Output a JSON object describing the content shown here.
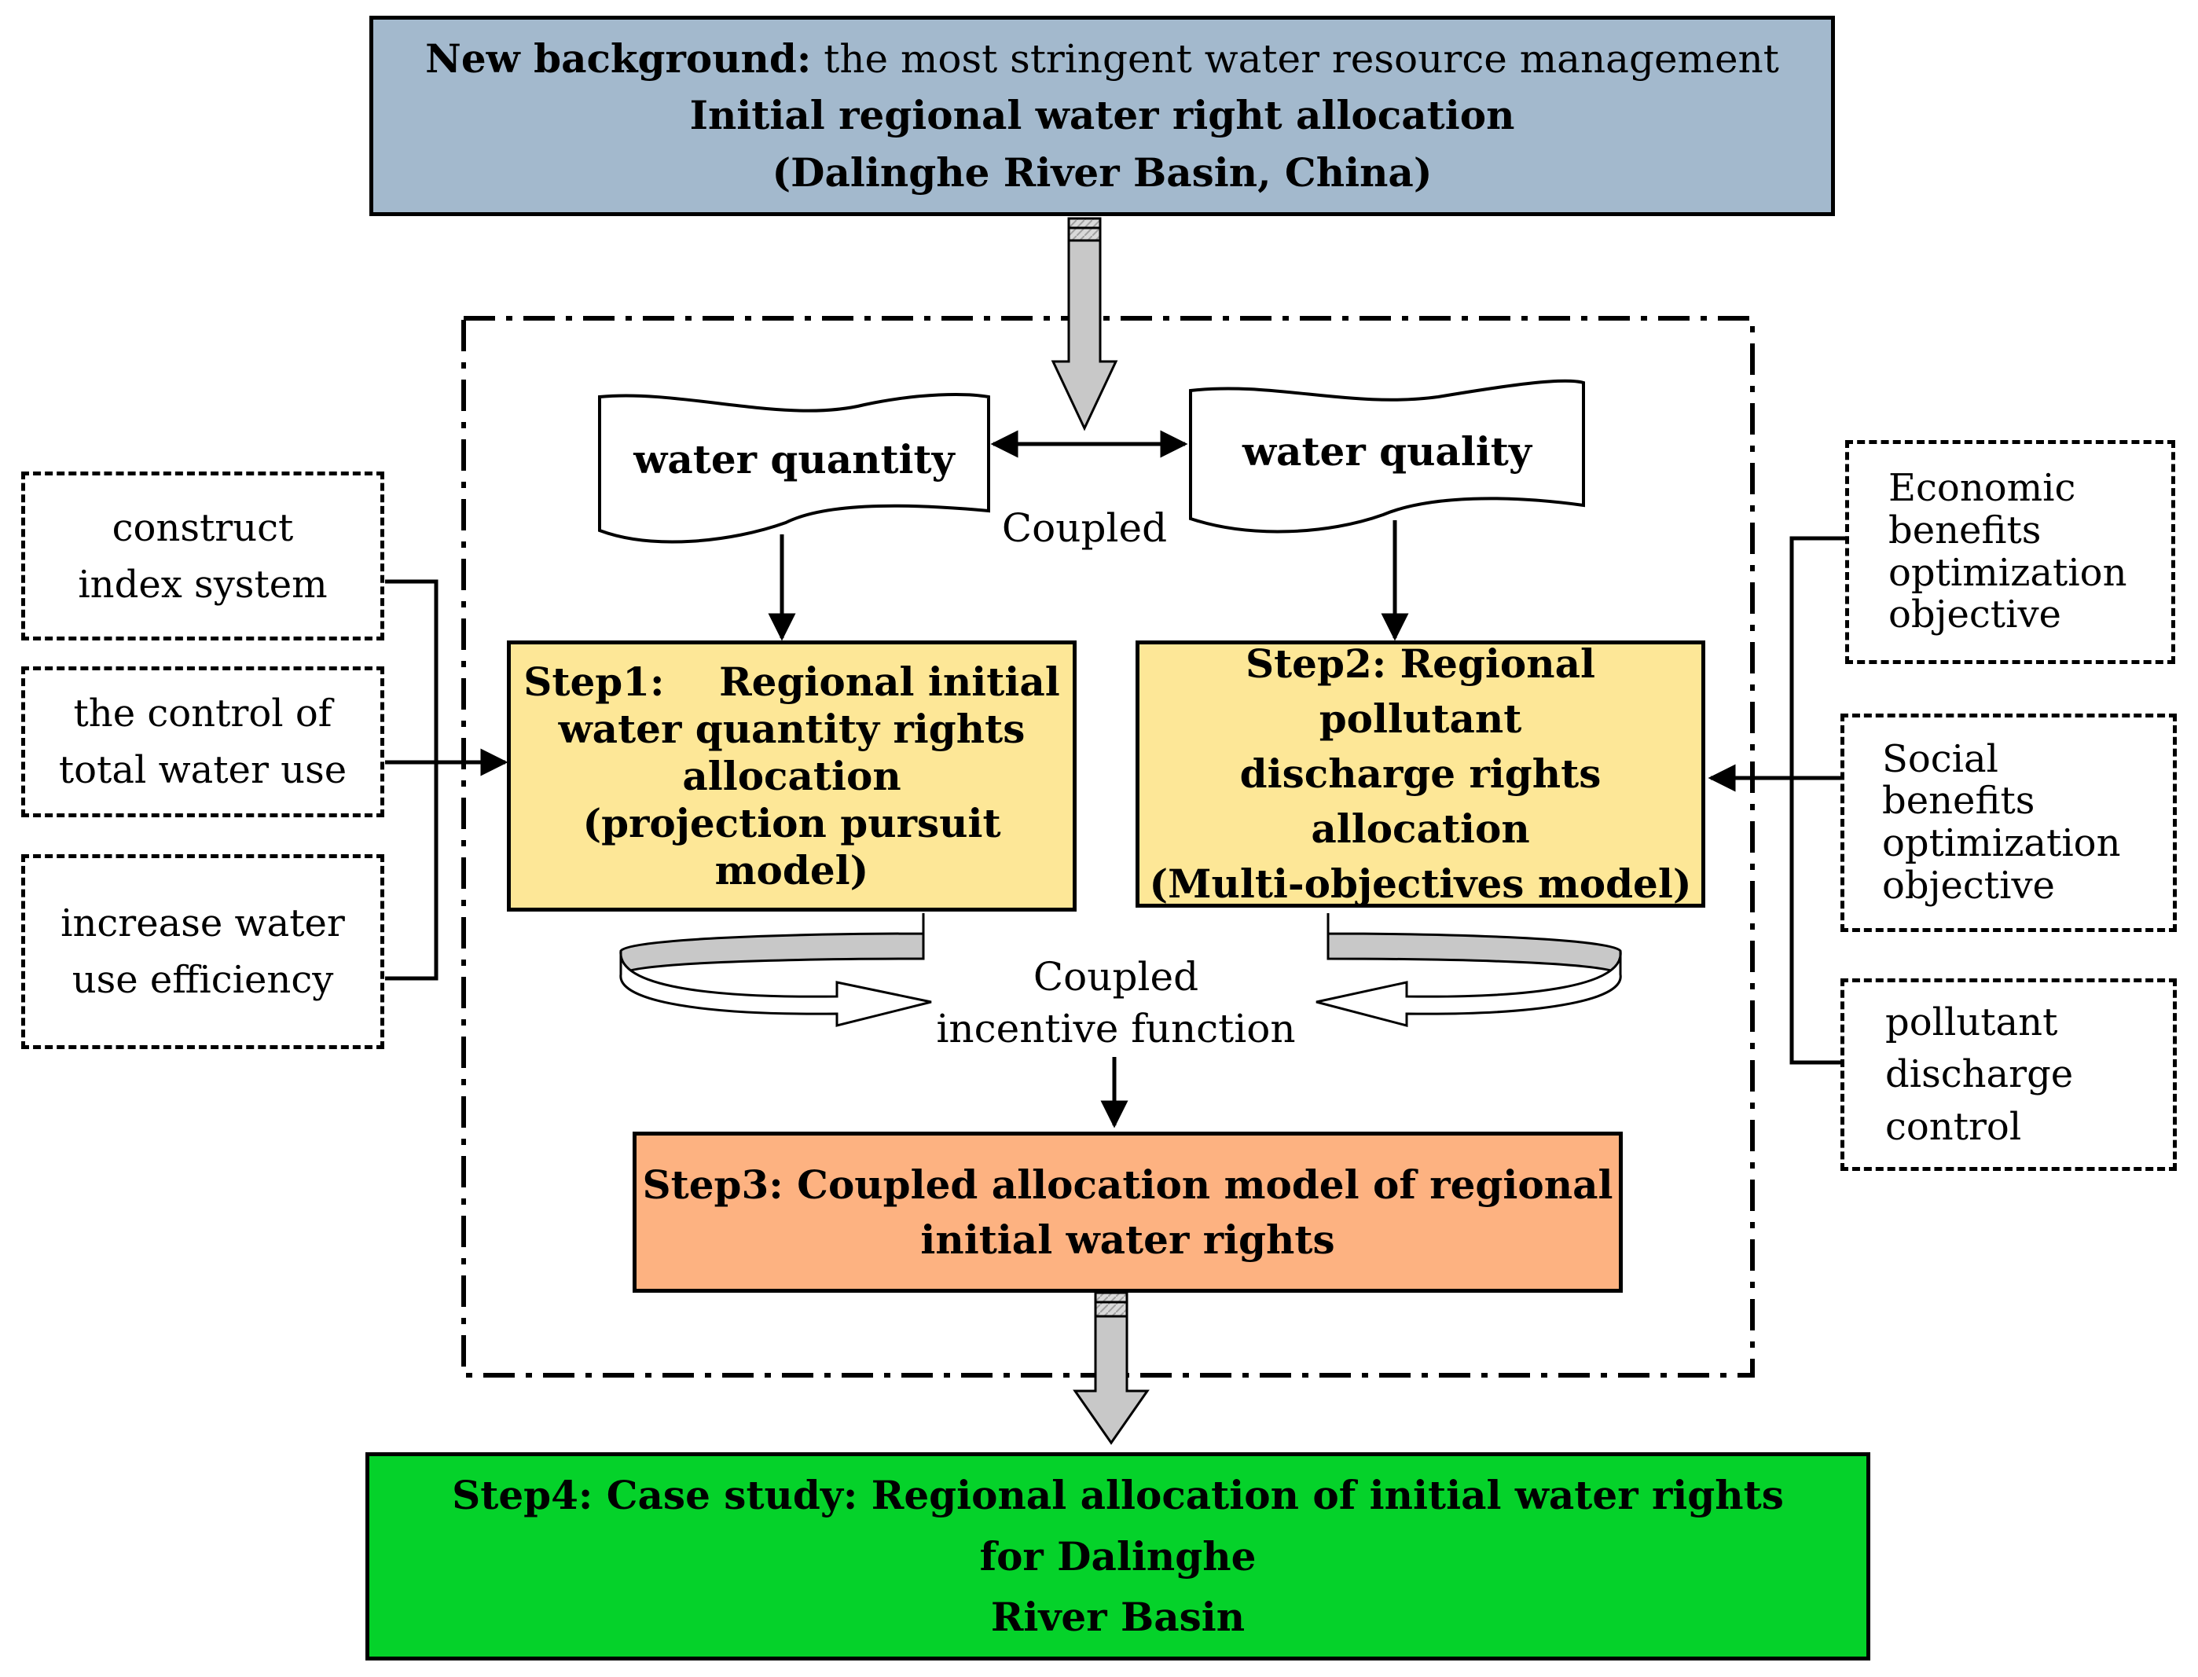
{
  "header": {
    "line1_bold": "New background:",
    "line1_rest": " the most stringent water resource management",
    "line2": "Initial regional water right allocation",
    "line3": "(Dalinghe River Basin, China)"
  },
  "banners": {
    "quantity": "water quantity",
    "quality": "water quality",
    "coupled": "Coupled"
  },
  "step1": {
    "line1": "Step1:    Regional initial",
    "line2": "water quantity rights",
    "line3": "allocation",
    "line4": "(projection pursuit",
    "line5": "model)"
  },
  "step2": {
    "line1": "Step2: Regional pollutant",
    "line2": "discharge rights",
    "line3": "allocation",
    "line4": "(Multi-objectives model)"
  },
  "incentive": {
    "line1": "Coupled",
    "line2": "incentive function"
  },
  "step3": {
    "line1": "Step3: Coupled allocation model of regional",
    "line2": "initial water rights"
  },
  "step4": {
    "line1": "Step4: Case study: Regional allocation of initial water rights for Dalinghe",
    "line2": "River Basin"
  },
  "left_boxes": [
    {
      "line1": "construct",
      "line2": "index system"
    },
    {
      "line1": "the control of",
      "line2": "total water use"
    },
    {
      "line1": "increase water",
      "line2": "use efficiency"
    }
  ],
  "right_boxes": {
    "economic": [
      "Economic",
      "benefits",
      "optimization",
      "objective"
    ],
    "social": [
      "Social",
      "benefits",
      "optimization",
      "objective"
    ],
    "pollutant": [
      "pollutant",
      "discharge",
      "control"
    ]
  },
  "colors": {
    "header_bg": "#a3b9cd",
    "step12_bg": "#fde797",
    "step3_bg": "#fdb281",
    "step4_bg": "#05d22a",
    "big_arrow": "#c8c8c8"
  }
}
